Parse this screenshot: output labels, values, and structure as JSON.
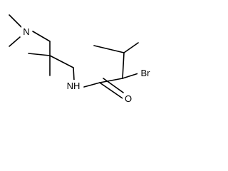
{
  "molecule": {
    "atoms": {
      "amine_nitrogen": "N",
      "amide_nh": "NH",
      "carbonyl_oxygen": "O",
      "bromine": "Br"
    },
    "colors": {
      "bond": "#000000",
      "label": "#000000",
      "background": "#ffffff"
    }
  }
}
